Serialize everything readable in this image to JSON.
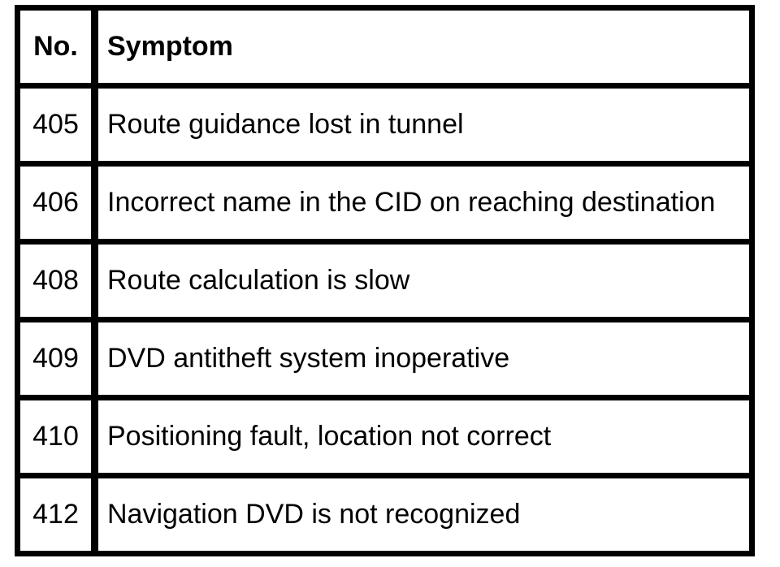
{
  "table": {
    "colors": {
      "border": "#000000",
      "background": "#ffffff",
      "text": "#000000"
    },
    "columns": [
      {
        "label": "No."
      },
      {
        "label": "Symptom"
      }
    ],
    "rows": [
      {
        "no": "405",
        "symptom": "Route guidance lost in tunnel"
      },
      {
        "no": "406",
        "symptom": "Incorrect name in the CID on reaching destination"
      },
      {
        "no": "408",
        "symptom": "Route calculation is slow"
      },
      {
        "no": "409",
        "symptom": "DVD antitheft system inoperative"
      },
      {
        "no": "410",
        "symptom": "Positioning fault, location not correct"
      },
      {
        "no": "412",
        "symptom": "Navigation DVD is not recognized"
      }
    ]
  }
}
